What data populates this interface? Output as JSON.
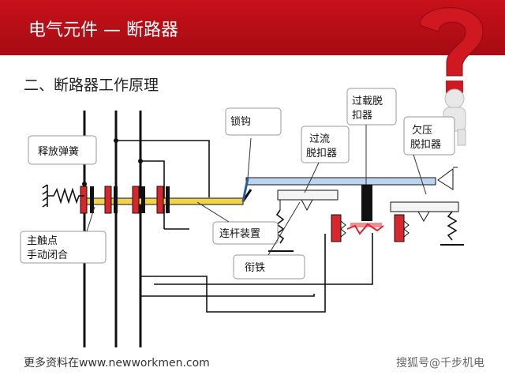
{
  "header": {
    "title": "电气元件 — 断路器"
  },
  "subtitle": "二、断路器工作原理",
  "labels": {
    "release_spring": "释放弹簧",
    "main_contact_1": "主触点",
    "main_contact_2": "手动闭合",
    "lock_hook": "锁钩",
    "overcurrent_1": "过流",
    "overcurrent_2": "脱扣器",
    "overload_1": "过载脱",
    "overload_2": "扣器",
    "undervoltage_1": "欠压",
    "undervoltage_2": "脱扣器",
    "linkage": "连杆装置",
    "armature": "衔铁"
  },
  "footer": {
    "left": "更多资料在www.newworkmen.com",
    "right": "搜狐号@千步机电"
  },
  "colors": {
    "header": "#b50e16",
    "rod": "#f2d24a",
    "lever": "#bcd4ee",
    "contact": "#d8262d",
    "wire": "#111111"
  }
}
